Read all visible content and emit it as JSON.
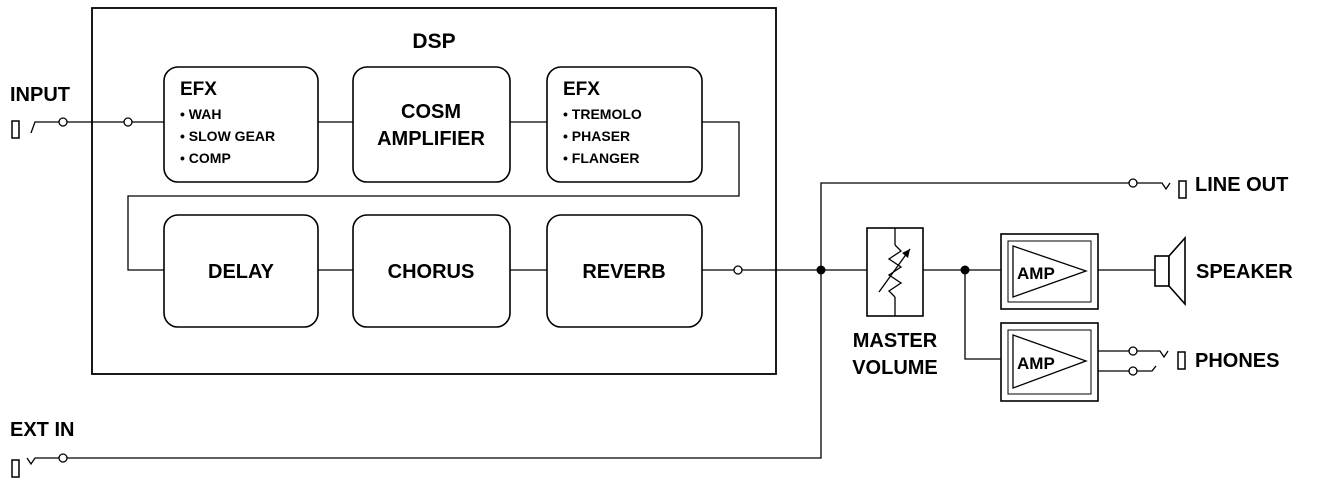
{
  "dsp": {
    "title": "DSP"
  },
  "ports": {
    "input": "INPUT",
    "ext_in": "EXT IN",
    "line_out": "LINE OUT",
    "speaker": "SPEAKER",
    "phones": "PHONES"
  },
  "blocks": {
    "efx1": {
      "title": "EFX",
      "items": [
        "• WAH",
        "• SLOW GEAR",
        "• COMP"
      ]
    },
    "cosm": {
      "line1": "COSM",
      "line2": "AMPLIFIER"
    },
    "efx2": {
      "title": "EFX",
      "items": [
        "• TREMOLO",
        "• PHASER",
        "• FLANGER"
      ]
    },
    "delay": "DELAY",
    "chorus": "CHORUS",
    "reverb": "REVERB"
  },
  "master_volume": {
    "line1": "MASTER",
    "line2": "VOLUME"
  },
  "amps": {
    "speaker_amp": "AMP",
    "phones_amp": "AMP"
  }
}
